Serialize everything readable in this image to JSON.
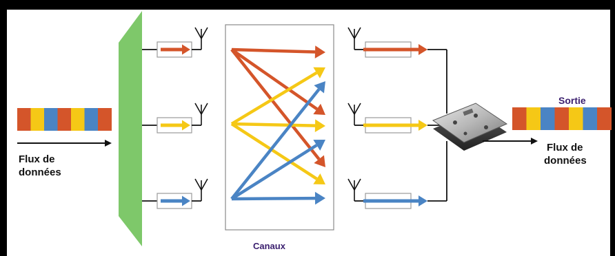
{
  "labels": {
    "input_flux_line1": "Flux de",
    "input_flux_line2": "données",
    "output_flux_line1": "Flux de",
    "output_flux_line2": "données",
    "sortie": "Sortie",
    "canaux": "Canaux"
  },
  "colors": {
    "red": "#d4552a",
    "yellow": "#f5c816",
    "blue": "#4a84c4",
    "green": "#7ec86a",
    "purple": "#3a1e6e",
    "line": "#111111",
    "box_stroke": "#9a9a9a"
  },
  "input_stream": [
    "red",
    "yellow",
    "blue",
    "red",
    "yellow",
    "blue",
    "red"
  ],
  "output_stream": [
    "red",
    "yellow",
    "blue",
    "red",
    "yellow",
    "blue",
    "red"
  ],
  "channels": [
    "red",
    "yellow",
    "blue"
  ],
  "icons": {
    "splitter": "green-trapezoid-splitter",
    "antenna": "antenna-icon",
    "receiver": "receiver-chip-icon"
  }
}
